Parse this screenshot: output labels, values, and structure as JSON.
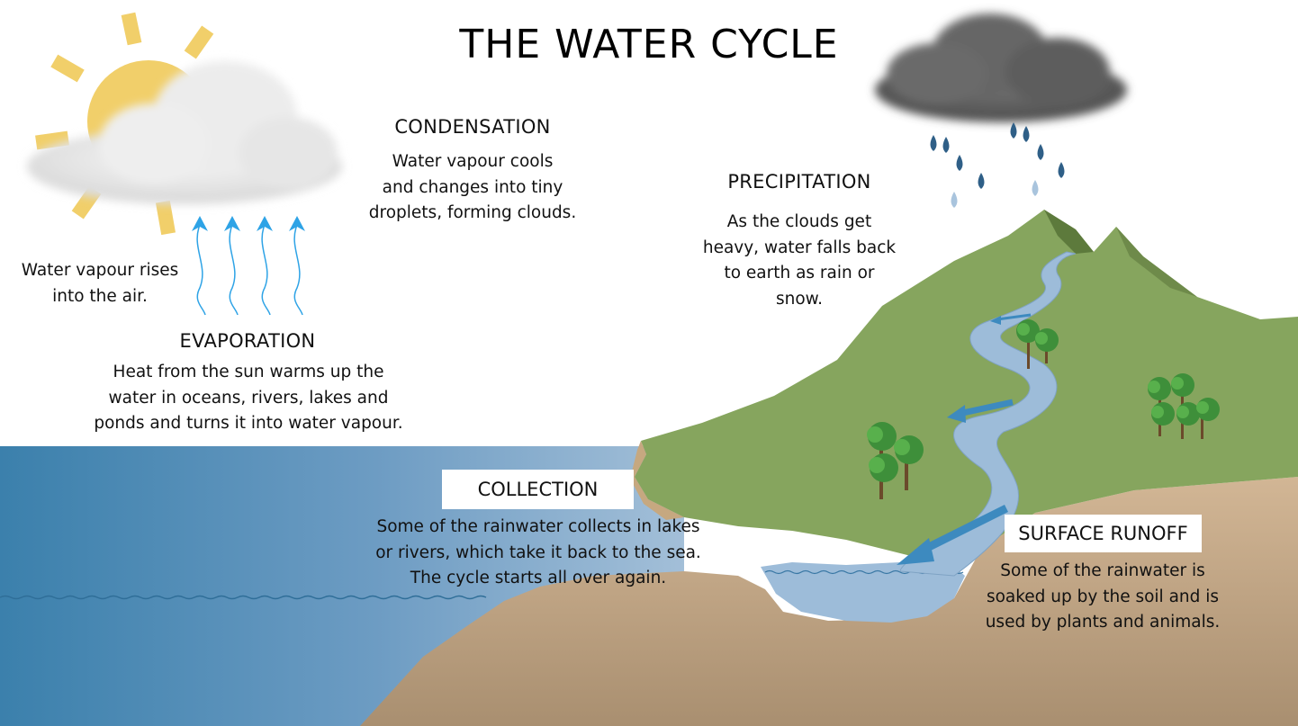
{
  "title": "THE WATER CYCLE",
  "stages": {
    "condensation": {
      "heading": "CONDENSATION",
      "text": "Water vapour cools\nand changes into tiny\ndroplets, forming clouds."
    },
    "precipitation": {
      "heading": "PRECIPITATION",
      "text": "As the clouds get\nheavy, water falls back\nto earth as rain or\nsnow."
    },
    "evaporation": {
      "heading": "EVAPORATION",
      "text": "Heat from the sun warms up the\nwater in oceans, rivers, lakes and\nponds and turns it into water vapour."
    },
    "vapour_note": "Water vapour rises\ninto the air.",
    "collection": {
      "heading": "COLLECTION",
      "text": "Some of the rainwater collects in lakes\nor rivers, which take it back to the sea.\nThe cycle starts all over again."
    },
    "surface_runoff": {
      "heading": "SURFACE RUNOFF",
      "text": "Some of the rainwater is\nsoaked up by the soil and is\nused by plants and animals."
    }
  },
  "icons": [
    "sun-icon",
    "cloud-icon",
    "rain-cloud-icon",
    "raindrop-icon",
    "vapour-arrow-icon",
    "tree-icon",
    "mountain-icon",
    "river-icon",
    "ocean-icon"
  ],
  "colors": {
    "ocean_dark": "#3a7fab",
    "ocean_light": "#8fb2d0",
    "river": "#9dbcd9",
    "arrow": "#3d8abf",
    "hill": "#86a55e",
    "hill_dark": "#6e8a4a",
    "soil": "#c9ad8c",
    "sun": "#f1cf6a",
    "vapour": "#2ea3e6",
    "drop_dark": "#2f5f87",
    "drop_light": "#a9c4dd"
  }
}
